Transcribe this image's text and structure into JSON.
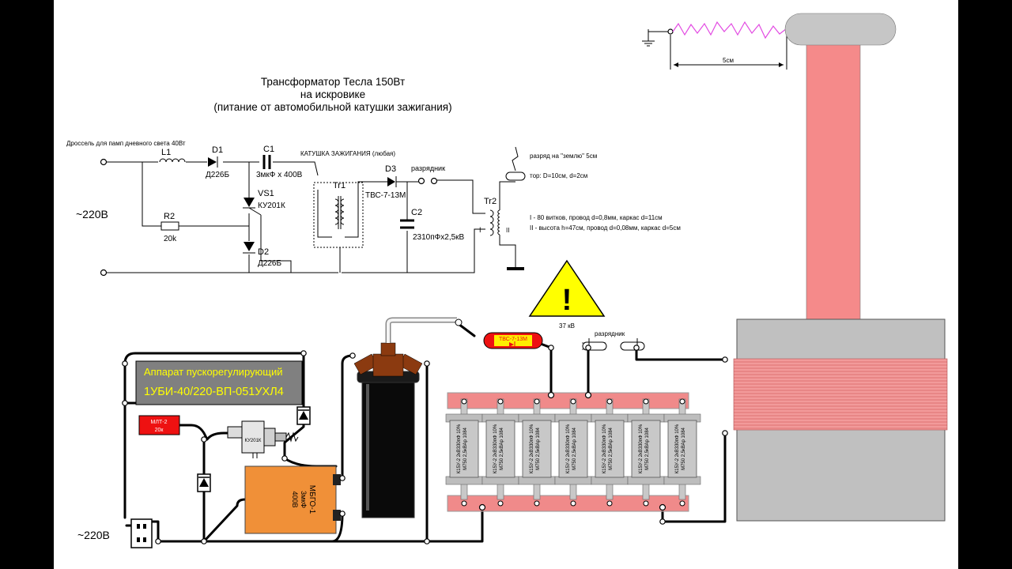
{
  "title": {
    "line1": "Трансформатор Тесла 150Вт",
    "line2": "на искровике",
    "line3": "(питание от автомобильной катушки зажигания)"
  },
  "schematic": {
    "choke_note": "Дроссель для памп дневного света 40Вт",
    "mains": "~220В",
    "L1": "L1",
    "D1": "D1",
    "D1_type": "Д226Б",
    "C1": "C1",
    "C1_value": "3мкФ х 400В",
    "ignition_coil": "КАТУШКА ЗАЖИГАНИЯ (любая)",
    "VS1": "VS1",
    "VS1_type": "КУ201К",
    "R2": "R2",
    "R2_value": "20k",
    "D2": "D2",
    "D2_type": "Д226Б",
    "Tr1": "Tr1",
    "D3": "D3",
    "D3_type": "ТВС-7-13М",
    "spark_gap": "разрядник",
    "C2": "C2",
    "C2_value": "2310пФх2,5кВ",
    "Tr2": "Tr2",
    "Tr2_I": "I",
    "Tr2_II": "II",
    "ground_discharge": "разряд на \"землю\" 5см",
    "torus": "тор: D=10см, d=2см",
    "winding_I": "I - 80 витков, провод d=0,8мм, каркас d=11см",
    "winding_II": "II - высота h=47см, провод d=0,08мм, каркас d=5см"
  },
  "top_right": {
    "distance": "5см"
  },
  "warning": {
    "symbol": "!",
    "voltage": "37 кВ"
  },
  "assembly": {
    "ballast_line1": "Аппарат пускорегулирующий",
    "ballast_line2": "1УБИ-40/220-ВП-051УХЛ4",
    "resistor_line1": "МЛТ-2",
    "resistor_line2": "20к",
    "thyristor_label": "КУ201К",
    "mbgo_line1": "МБГО-1",
    "mbgo_line2": "3мкФ",
    "mbgo_line3": "400В",
    "diode_capsule": "ТВС-7-13М",
    "spark_gap": "разрядник",
    "mains": "~220В",
    "capacitor_line1": "К15У-2 2кВ330пФ 10%",
    "capacitor_line2": "М750 2,5кВАр 1084"
  },
  "colors": {
    "coil_pink": "#f58a8a",
    "coil_grey": "#c0c0c0",
    "torus_grey": "#c6c6c6",
    "warning_yellow": "#ffff00",
    "ballast_grey": "#808080",
    "ballast_text": "#ffff00",
    "resistor_red": "#ee1111",
    "mbgo_orange": "#f09038",
    "coil_brown": "#8b3a10",
    "capsule_red": "#ee1111",
    "capsule_yellow": "#ffee00",
    "bar_pink": "#f08a8a",
    "spark_magenta": "#e24be2"
  }
}
